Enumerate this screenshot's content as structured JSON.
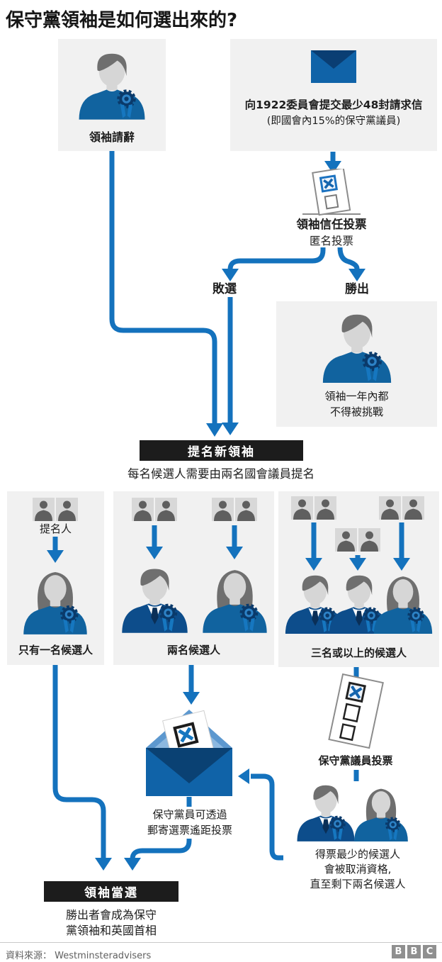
{
  "title": "保守黨領袖是如何選出來的?",
  "colors": {
    "blue": "#1472bd",
    "bar": "#1c1c1c",
    "box_bg": "#f1f1f1"
  },
  "flow": {
    "resign": {
      "label": "領袖請辭"
    },
    "letters": {
      "line1": "向1922委員會提交最少48封請求信",
      "line2": "(即國會內15%的保守黨議員)"
    },
    "confidence": {
      "title": "領袖信任投票",
      "subtitle": "匿名投票"
    },
    "outcomes": {
      "lose": "敗選",
      "win": "勝出"
    },
    "winner": {
      "line1": "領袖一年內都",
      "line2": "不得被挑戰"
    },
    "nominate": {
      "title": "提名新領袖",
      "subtitle": "每名候選人需要由兩名國會議員提名"
    },
    "one": {
      "nominators": "提名人",
      "label": "只有一名候選人"
    },
    "two": {
      "label": "兩名候選人"
    },
    "three": {
      "label": "三名或以上的候選人"
    },
    "mp_vote": {
      "label": "保守黨議員投票"
    },
    "elimination": {
      "line1": "得票最少的候選人",
      "line2": "會被取消資格,",
      "line3": "直至剩下兩名候選人"
    },
    "postal": {
      "line1": "保守黨員可透過",
      "line2": "郵寄選票遙距投票"
    },
    "elected": {
      "title": "領袖當選",
      "line1": "勝出者會成為保守",
      "line2": "黨領袖和英國首相"
    }
  },
  "footer": {
    "source_label": "資料來源：",
    "source": "Westminsteradvisers",
    "logo": [
      "B",
      "B",
      "C"
    ]
  }
}
